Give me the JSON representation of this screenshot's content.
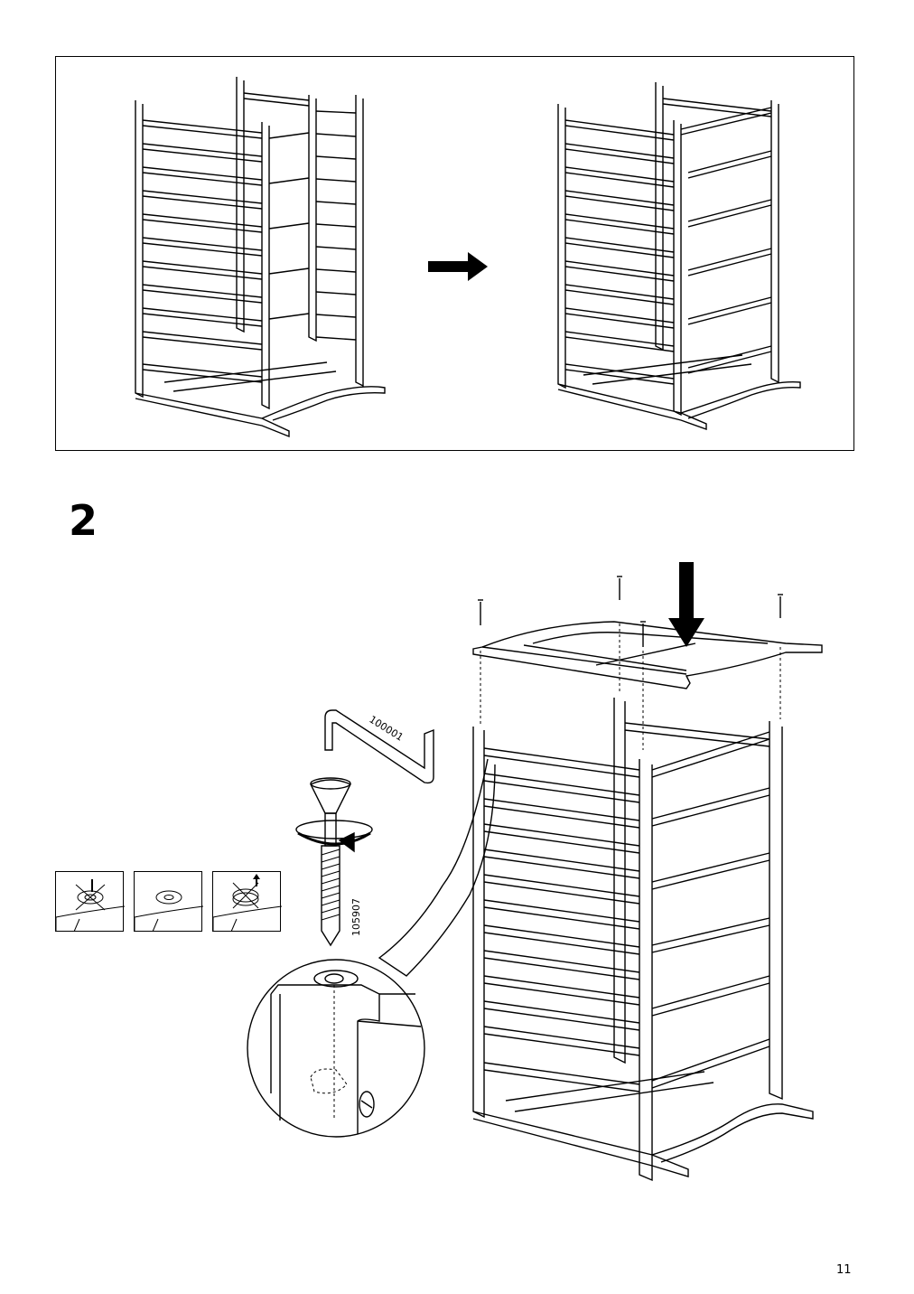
{
  "step": {
    "number": "2"
  },
  "page": {
    "number": "11"
  },
  "parts": {
    "allen_key": "100001",
    "bolt": "105907"
  },
  "icons": {
    "arrow": "right-arrow-icon",
    "push_arrow": "down-arrow-icon",
    "rotate": "clockwise-rotation-icon"
  },
  "colors": {
    "line": "#000000",
    "background": "#ffffff"
  }
}
